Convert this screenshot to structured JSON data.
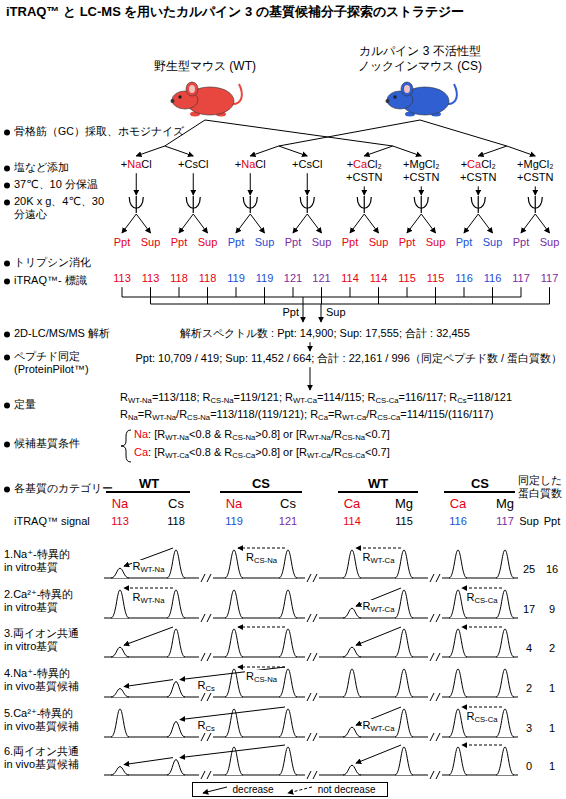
{
  "diagram": {
    "title": "iTRAQ™ と LC-MS を用いたカルパイン 3 の基質候補分子探索のストラテジー",
    "nodes": [
      {
        "text": [
          "野生型マウス (WT)"
        ]
      },
      {
        "text": [
          "カルパイン 3 不活性型 ノックインマウス (CS)"
        ]
      }
    ],
    "labels": [
      "骨格筋（GC）採取、ホモジナイズ",
      "塩など添加",
      "37℃、10 分保温",
      "20K x g、4℃、30 分遠心",
      "トリプシン消化",
      "iTRAQ™- 標識",
      "2D-LC/MS/MS 解析",
      "ペプチド同定 (ProteinPilot™)",
      "定量",
      "候補基質条件",
      "各基質のカテゴリー",
      "+NaCl",
      "+CsCl",
      "+NaCl",
      "+CsCl",
      "+CaCl₂ +CSTN",
      "+MgCl₂ +CSTN",
      "+CaCl₂ +CSTN",
      "+MgCl₂ +CSTN",
      "Ppt",
      "Sup",
      "Ppt",
      "Sup",
      "Ppt",
      "Sup",
      "Ppt",
      "Sup",
      "Ppt",
      "Sup",
      "Ppt",
      "Sup",
      "Ppt",
      "Sup",
      "Ppt",
      "Sup",
      "113",
      "113",
      "118",
      "118",
      "119",
      "119",
      "121",
      "121",
      "114",
      "114",
      "115",
      "115",
      "116",
      "116",
      "117",
      "117",
      "Ppt",
      "Sup",
      "解析スペクトル数 : Ppt: 14,900; Sup: 17,555; 合計 : 32,455",
      "Ppt: 10,709 / 419; Sup: 11,452 / 664; 合計 : 22,161 / 996（同定ペプチド数 / 蛋白質数）",
      "RWT-Na=113/118; RCS-Na=119/121; RWT-Ca=114/115; RCS-Ca=116/117; RCs=118/121",
      "RNa=RWT-Na/RCS-Na=113/118/(119/121); RCa=RWT-Ca/RCS-Ca=114/115/(116/117)",
      "Na: [RWT-Na<0.8 & RCS-Na>0.8] or [RWT-Na/RCS-Na<0.7]",
      "Ca: [RWT-Ca<0.8 & RCS-Ca>0.8] or [RWT-Ca/RCS-Ca<0.7]",
      "WT",
      "CS",
      "WT",
      "CS",
      "同定した 蛋白質数",
      "Na",
      "Cs",
      "Na",
      "Cs",
      "Ca",
      "Mg",
      "Ca",
      "Mg",
      "iTRAQ™ signal",
      "113",
      "118",
      "119",
      "121",
      "114",
      "115",
      "116",
      "117",
      "Sup",
      "Ppt",
      "1.Na⁺-特異的 in vitro基質",
      "RWT-Na",
      "RCS-Na",
      "RWT-Ca",
      "25",
      "16",
      "2.Ca²⁺-特異的 in vitro基質",
      "RWT-Na",
      "RWT-Ca",
      "RCS-Ca",
      "17",
      "9",
      "3.両イオン共通 in vitro基質",
      "4",
      "2",
      "4.Na⁺-特異的 in vivo基質候補",
      "RCs",
      "RCS-Na",
      "2",
      "1",
      "5.Ca²⁺-特異的 in vivo基質候補",
      "RCs",
      "RWT-Ca",
      "RCS-Ca",
      "3",
      "1",
      "6.両イオン共通 in vivo基質候補",
      "0",
      "1"
    ],
    "legend": [
      {
        "text": "decrease"
      },
      {
        "text": "not decrease"
      }
    ]
  }
}
